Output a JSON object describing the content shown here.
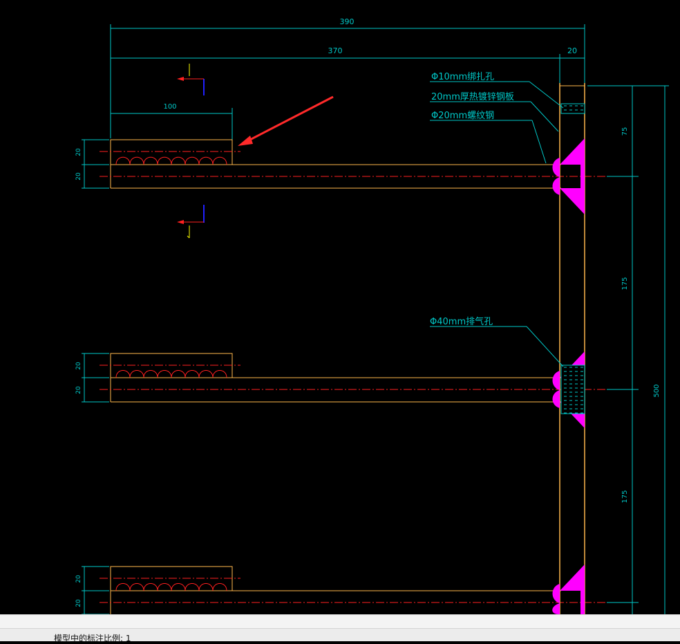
{
  "drawing": {
    "dimensions": {
      "total_width": "390",
      "bar_length": "370",
      "wall_thickness": "20",
      "lap_length": "100",
      "bar_spacing_a": "20",
      "bar_spacing_b": "20",
      "top_offset": "75",
      "spacing_1": "175",
      "spacing_2": "175",
      "total_height": "500"
    },
    "annotations": {
      "bind_hole": "Φ10mm绑扎孔",
      "steel_plate": "20mm厚热镀锌钢板",
      "rebar": "Φ20mm螺纹钢",
      "vent_hole": "Φ40mm排气孔"
    },
    "section_marks": {
      "top": "1",
      "bottom": "1"
    },
    "colors": {
      "background": "#000000",
      "dimension": "#00c8c8",
      "outline": "#ffb84d",
      "centerline": "#ff2020",
      "fill": "#ff00ff",
      "arrow": "#ff2a2a",
      "marker": "#2020ff",
      "label": "#ffff00"
    }
  },
  "statusbar": {
    "text": "模型中的标注比例: 1"
  }
}
